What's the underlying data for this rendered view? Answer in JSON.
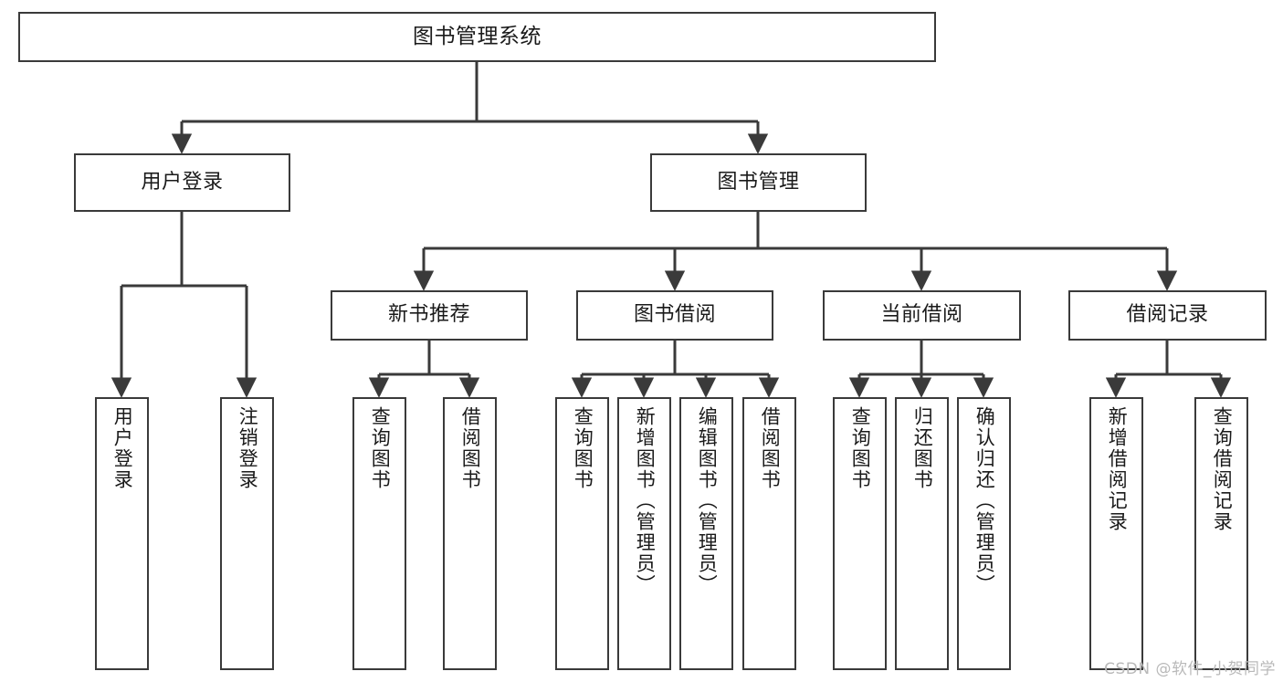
{
  "diagram": {
    "title": "图书管理系统",
    "type": "tree-hierarchy",
    "levels": {
      "root": "图书管理系统",
      "level2": [
        "用户登录",
        "图书管理"
      ],
      "level3": [
        "新书推荐",
        "图书借阅",
        "当前借阅",
        "借阅记录"
      ]
    },
    "nodes": {
      "root": {
        "label": "图书管理系统"
      },
      "user_login": {
        "label": "用户登录"
      },
      "book_manage": {
        "label": "图书管理"
      },
      "new_book_rec": {
        "label": "新书推荐"
      },
      "book_borrow": {
        "label": "图书借阅"
      },
      "current_borrow": {
        "label": "当前借阅"
      },
      "borrow_record": {
        "label": "借阅记录"
      },
      "leaf_user_login": {
        "label": "用户登录"
      },
      "leaf_logout": {
        "label": "注销登录"
      },
      "leaf_query_book_1": {
        "label": "查询图书"
      },
      "leaf_borrow_book_1": {
        "label": "借阅图书"
      },
      "leaf_query_book_2": {
        "label": "查询图书"
      },
      "leaf_add_book": {
        "label": "新增图书（管理员）"
      },
      "leaf_edit_book": {
        "label": "编辑图书（管理员）"
      },
      "leaf_borrow_book_2": {
        "label": "借阅图书"
      },
      "leaf_query_book_3": {
        "label": "查询图书"
      },
      "leaf_return_book": {
        "label": "归还图书"
      },
      "leaf_confirm_return": {
        "label": "确认归还（管理员）"
      },
      "leaf_add_record": {
        "label": "新增借阅记录"
      },
      "leaf_query_record": {
        "label": "查询借阅记录"
      }
    }
  },
  "watermark": {
    "text": "CSDN @软件_小贺同学"
  },
  "colors": {
    "node_border": "#3a3a3a",
    "node_fill": "#ffffff",
    "edge": "#3a3a3a",
    "text": "#1a1a1a",
    "watermark": "#b9b9b9",
    "background": "#ffffff"
  }
}
